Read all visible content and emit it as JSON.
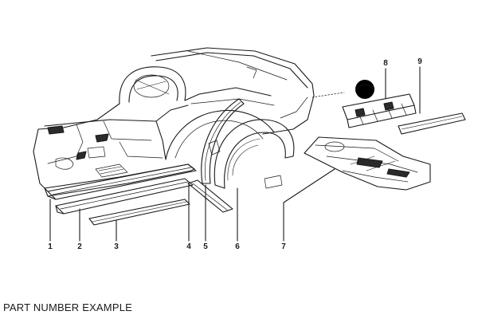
{
  "callouts": [
    {
      "label": "1"
    },
    {
      "label": "2"
    },
    {
      "label": "3"
    },
    {
      "label": "4"
    },
    {
      "label": "5"
    },
    {
      "label": "6"
    },
    {
      "label": "7"
    },
    {
      "label": "8"
    },
    {
      "label": "9"
    }
  ],
  "caption": "PART NUMBER EXAMPLE"
}
